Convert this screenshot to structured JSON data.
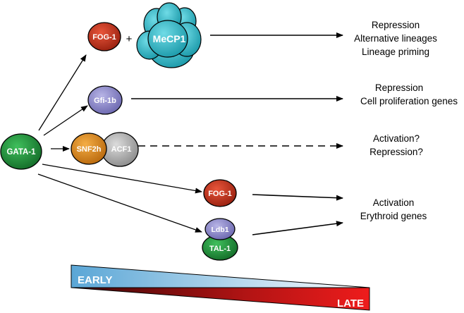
{
  "nodes": {
    "gata1": "GATA-1",
    "fog1_top": "FOG-1",
    "plus": "+",
    "mecp1": "MeCP1",
    "gfi1b": "Gfi-1b",
    "snf2h": "SNF2h",
    "acf1": "ACF1",
    "fog1_bottom": "FOG-1",
    "ldb1": "Ldb1",
    "tal1": "TAL-1"
  },
  "outcomes": {
    "o1": [
      "Repression",
      "Alternative lineages",
      "Lineage priming"
    ],
    "o2": [
      "Repression",
      "Cell proliferation genes"
    ],
    "o3": [
      "Activation?",
      "Repression?"
    ],
    "o4": [
      "Activation",
      "Erythroid genes"
    ]
  },
  "timeline": {
    "early": "EARLY",
    "late": "LATE"
  },
  "colors": {
    "gata1": "#1f8a3a",
    "fog1": "#c8321b",
    "mecp1": "#2fb6c4",
    "gfi1b": "#8a86c8",
    "snf2h": "#e08a1a",
    "acf1": "#a8a8a8",
    "ldb1": "#9a98c8",
    "tal1": "#1f8a3a",
    "early": "#6aaed8",
    "late": "#d81a1a"
  }
}
